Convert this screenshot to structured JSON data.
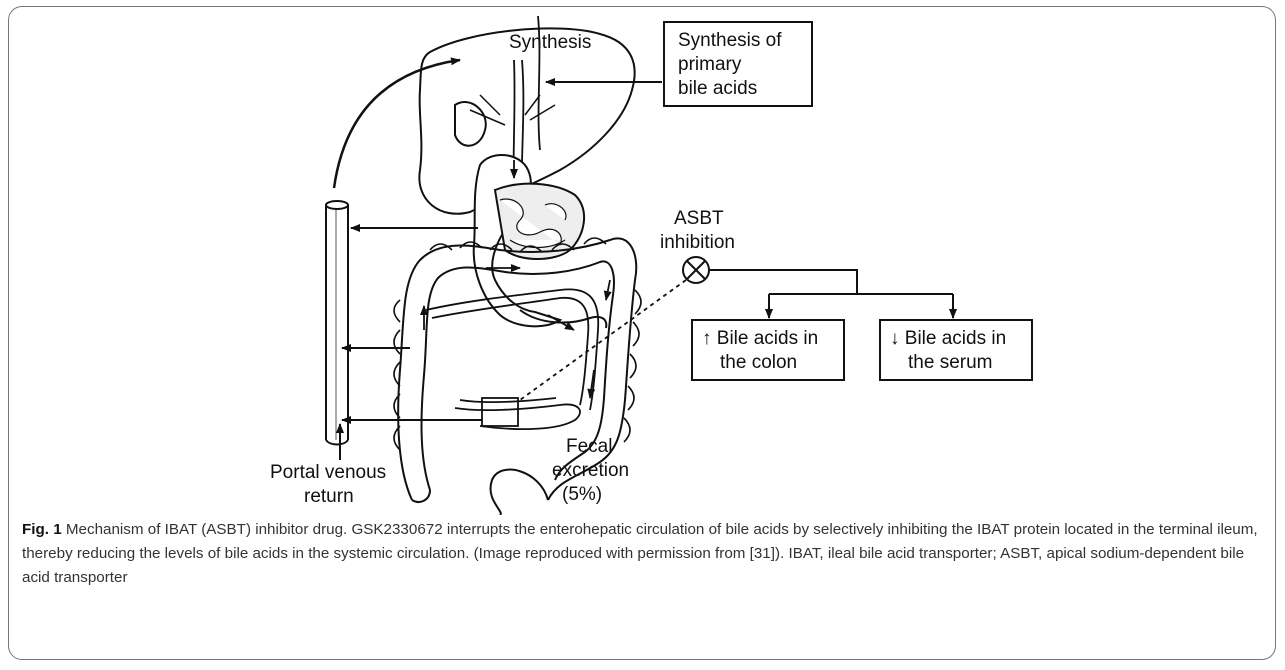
{
  "figure": {
    "labels": {
      "synthesis": "Synthesis",
      "synthesis_box": [
        "Synthesis of",
        "primary",
        "bile acids"
      ],
      "asbt_inhibition": [
        "ASBT",
        "inhibition"
      ],
      "colon_box": [
        "↑ Bile acids in",
        "the colon"
      ],
      "serum_box": [
        "↓ Bile acids in",
        "the serum"
      ],
      "portal": [
        "Portal venous",
        "return"
      ],
      "fecal": [
        "Fecal",
        "excretion",
        "(5%)"
      ]
    }
  },
  "caption": {
    "fig_label": "Fig. 1",
    "text": " Mechanism of IBAT (ASBT) inhibitor drug. GSK2330672 interrupts the enterohepatic circulation of bile acids by selectively inhibiting the IBAT protein located in the terminal ileum, thereby reducing the levels of bile acids in the systemic circulation. (Image reproduced with permission from [31]). IBAT, ileal bile acid transporter; ASBT, apical sodium-dependent bile acid transporter"
  }
}
